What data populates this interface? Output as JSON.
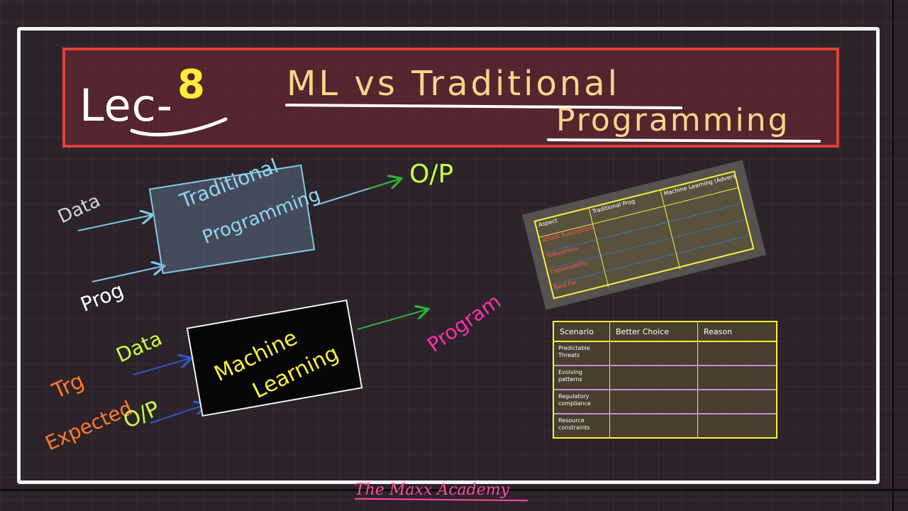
{
  "header": {
    "lecture_prefix": "Lec-",
    "lecture_number": "8",
    "title_line1": "ML vs Traditional",
    "title_line2": "Programming"
  },
  "diagram": {
    "traditional": {
      "box_line1": "Traditional",
      "box_line2": "Programming",
      "input_data": "Data",
      "input_prog": "Prog",
      "output": "O/P"
    },
    "ml": {
      "box_line1": "Machine",
      "box_line2": "Learning",
      "input_trg": "Trg",
      "input_data": "Data",
      "input_expected": "Expected",
      "input_op": "O/P",
      "output": "Program"
    },
    "colors": {
      "traditional_box_border": "#7ec8ea",
      "ml_box_text": "#ffee3a",
      "program_label": "#ff2fb0",
      "output_label": "#c9ff47",
      "title_frame": "#e0403a"
    }
  },
  "table_aspects": {
    "headers": [
      "Aspect",
      "Traditional Prog",
      "Machine Learning (Adversarial Case)"
    ],
    "rows": [
      "Attack Susceptibility",
      "Robustness",
      "Explainability",
      "Best For"
    ]
  },
  "table_scenarios": {
    "headers": [
      "Scenario",
      "Better Choice",
      "Reason"
    ],
    "rows": [
      "Predictable Threats",
      "Evolving patterns",
      "Regulatory compliance",
      "Resource constraints"
    ]
  },
  "footer": {
    "brand": "The Maxx Academy"
  }
}
